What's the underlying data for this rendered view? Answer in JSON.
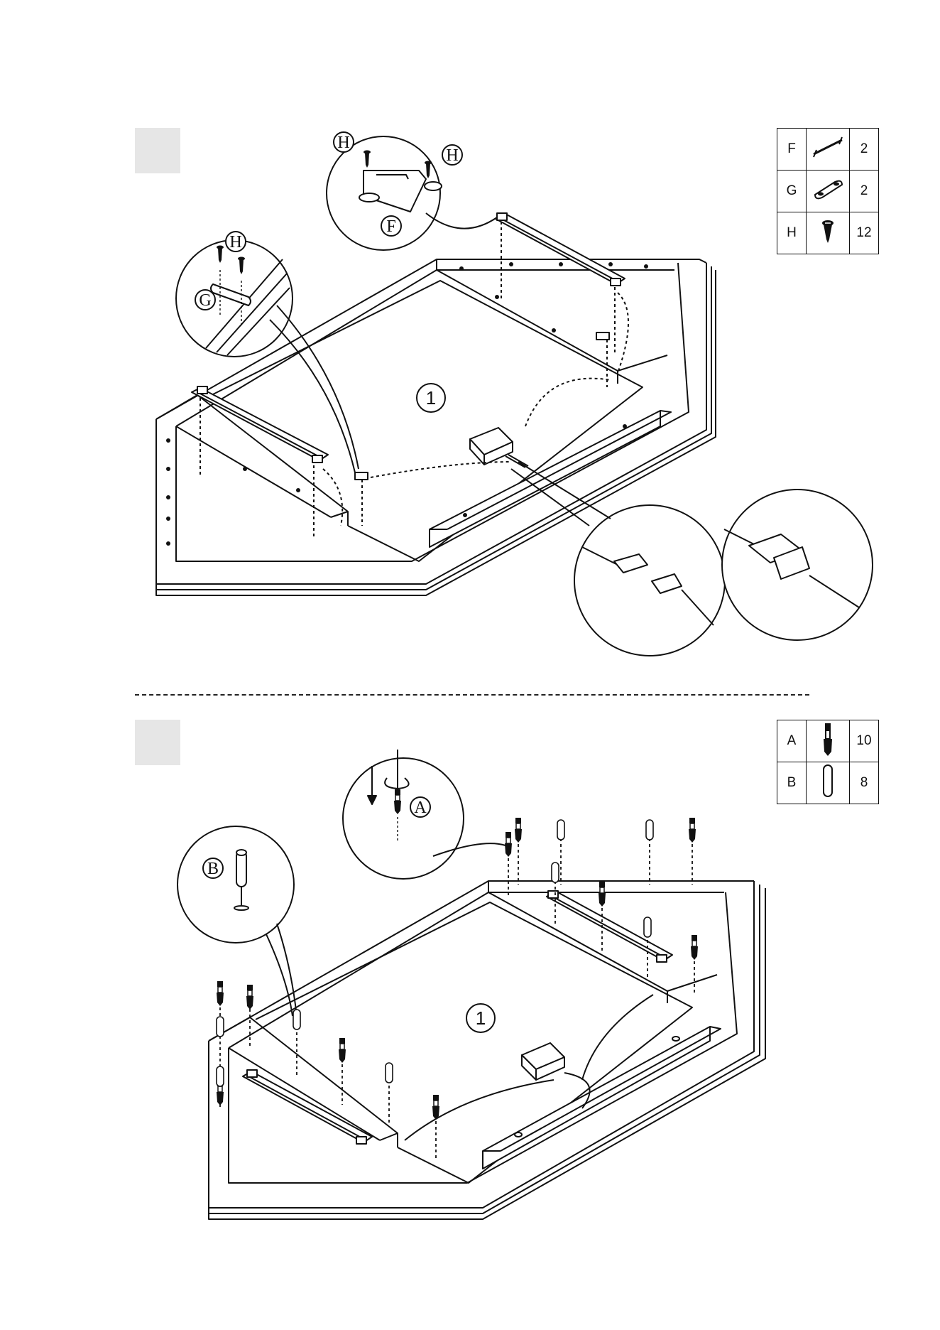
{
  "step1": {
    "parts": [
      {
        "letter": "F",
        "icon": "connector-bar-icon",
        "qty": "2"
      },
      {
        "letter": "G",
        "icon": "bracket-plate-icon",
        "qty": "2"
      },
      {
        "letter": "H",
        "icon": "screw-icon",
        "qty": "12"
      }
    ],
    "callouts": {
      "h1": "H",
      "h2": "H",
      "h3": "H",
      "f": "F",
      "g": "G"
    },
    "part_number": "1"
  },
  "step2": {
    "parts": [
      {
        "letter": "A",
        "icon": "cam-bolt-icon",
        "qty": "10"
      },
      {
        "letter": "B",
        "icon": "dowel-icon",
        "qty": "8"
      }
    ],
    "callouts": {
      "a": "A",
      "b": "B"
    },
    "part_number": "1"
  }
}
